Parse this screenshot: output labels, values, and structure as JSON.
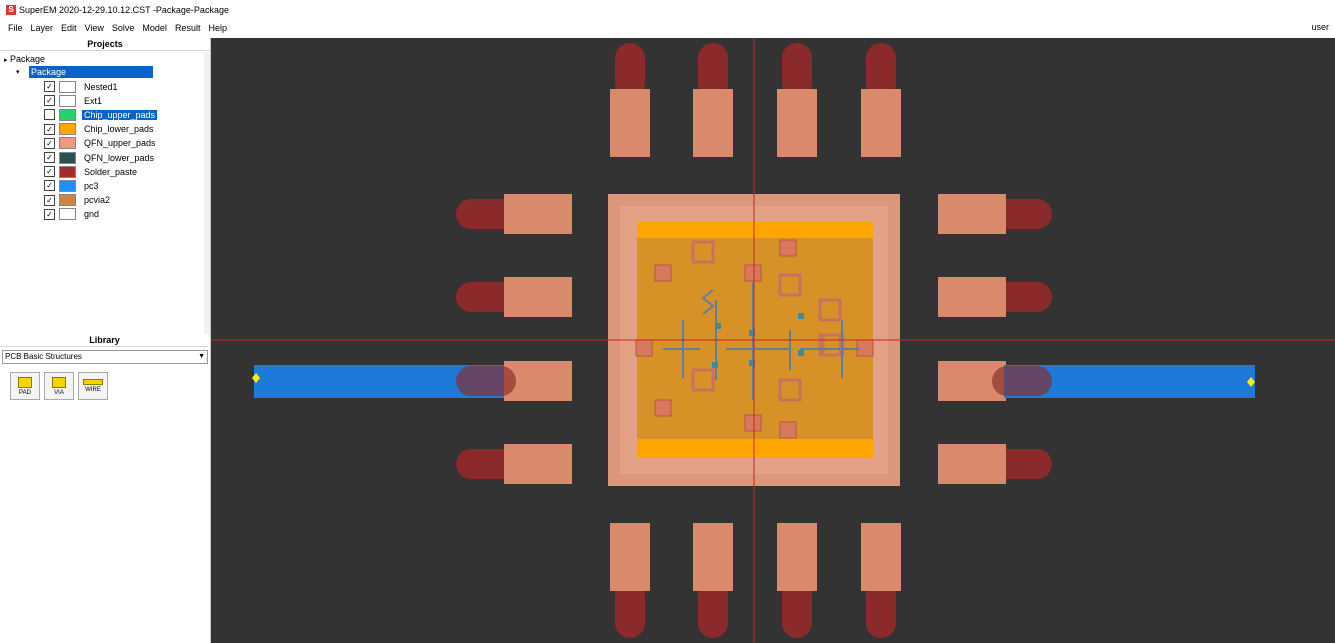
{
  "window": {
    "app_letter": "S",
    "title": "SuperEM 2020-12-29.10.12.CST -Package-Package"
  },
  "menu": [
    "File",
    "Layer",
    "Edit",
    "View",
    "Solve",
    "Model",
    "Result",
    "Help"
  ],
  "user": "user",
  "projects": {
    "header": "Projects",
    "root": "Package",
    "package": "Package",
    "layers": [
      {
        "name": "Nested1",
        "checked": true,
        "color": "#ffffff",
        "selected": false
      },
      {
        "name": "Ext1",
        "checked": true,
        "color": "#ffffff",
        "selected": false
      },
      {
        "name": "Chip_upper_pads",
        "checked": false,
        "color": "#22d36a",
        "selected": true
      },
      {
        "name": "Chip_lower_pads",
        "checked": true,
        "color": "#ffa500",
        "selected": false
      },
      {
        "name": "QFN_upper_pads",
        "checked": true,
        "color": "#ee9a78",
        "selected": false
      },
      {
        "name": "QFN_lower_pads",
        "checked": true,
        "color": "#2e4f4f",
        "selected": false
      },
      {
        "name": "Solder_paste",
        "checked": true,
        "color": "#a52a2a",
        "selected": false
      },
      {
        "name": "pc3",
        "checked": true,
        "color": "#1e8fff",
        "selected": false
      },
      {
        "name": "pcvia2",
        "checked": true,
        "color": "#cd853f",
        "selected": false
      },
      {
        "name": "gnd",
        "checked": true,
        "color": "#ffffff",
        "selected": false
      }
    ]
  },
  "library": {
    "header": "Library",
    "selected": "PCB Basic Structures",
    "buttons": [
      {
        "label": "PAD",
        "icon": "pad-icon"
      },
      {
        "label": "VIA",
        "icon": "via-icon"
      },
      {
        "label": "WIRE",
        "icon": "wire-icon"
      }
    ]
  },
  "colors": {
    "canvas": "#333333",
    "solder": "#8b2a2a",
    "qfn_pad": "#d98a6c",
    "package_body": "#dc967a",
    "chip_lower": "#ffa500",
    "chip_core": "#d79227",
    "trace": "#1e7ad8",
    "crosshair": "#cc2222"
  }
}
